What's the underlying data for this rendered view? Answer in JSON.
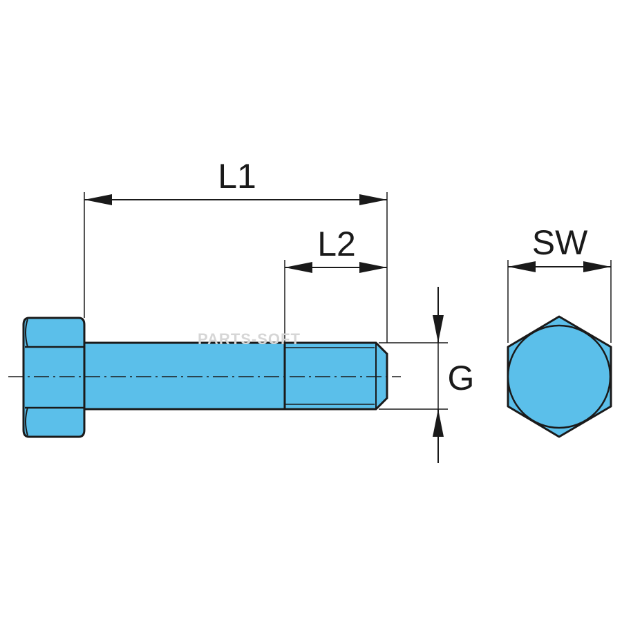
{
  "labels": {
    "l1": "L1",
    "l2": "L2",
    "g": "G",
    "sw": "SW"
  },
  "watermark": "PARTS-SOFT",
  "colors": {
    "part_fill": "#5bbfea",
    "line": "#1a1a1a",
    "background": "#ffffff",
    "watermark": "#d6d6d6"
  }
}
